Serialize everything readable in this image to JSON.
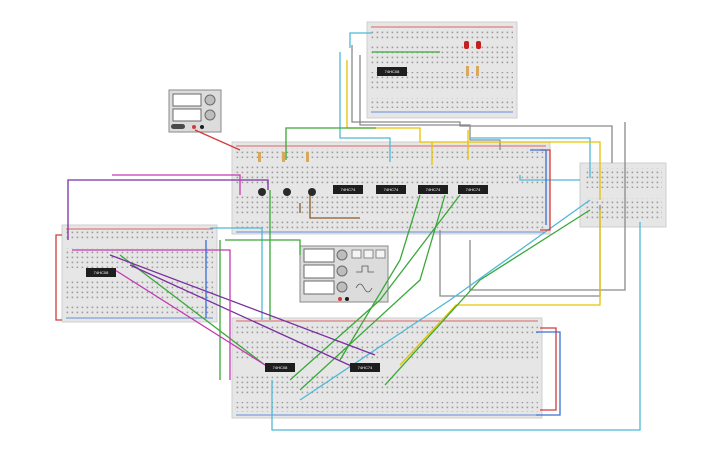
{
  "app": {
    "view": "breadboard-circuit-editor"
  },
  "ic_chips": [
    {
      "label": "74HC08"
    },
    {
      "label": "74HC74"
    },
    {
      "label": "74HC74"
    },
    {
      "label": "74HC74"
    },
    {
      "label": "74HC74"
    },
    {
      "label": "74HC08"
    },
    {
      "label": "74HC08"
    },
    {
      "label": "74HC74"
    }
  ],
  "function_generator": {
    "buttons": [
      "sine",
      "square",
      "triangle"
    ]
  },
  "power_supply": {
    "knobs": [
      "voltage",
      "current"
    ]
  },
  "colors": {
    "breadboard": "#e6e6e6",
    "rail_red": "#d43a3a",
    "rail_blue": "#3a6fd4",
    "chip": "#1e1e1e",
    "wire_green": "#3aa83a",
    "wire_purple": "#7b2fa0",
    "wire_magenta": "#c43ab0",
    "wire_cyan": "#4fb8d6",
    "wire_yellow": "#e6c300",
    "wire_gray": "#8a8a8a",
    "wire_brown": "#8b5a2b",
    "led": "#c42020"
  }
}
